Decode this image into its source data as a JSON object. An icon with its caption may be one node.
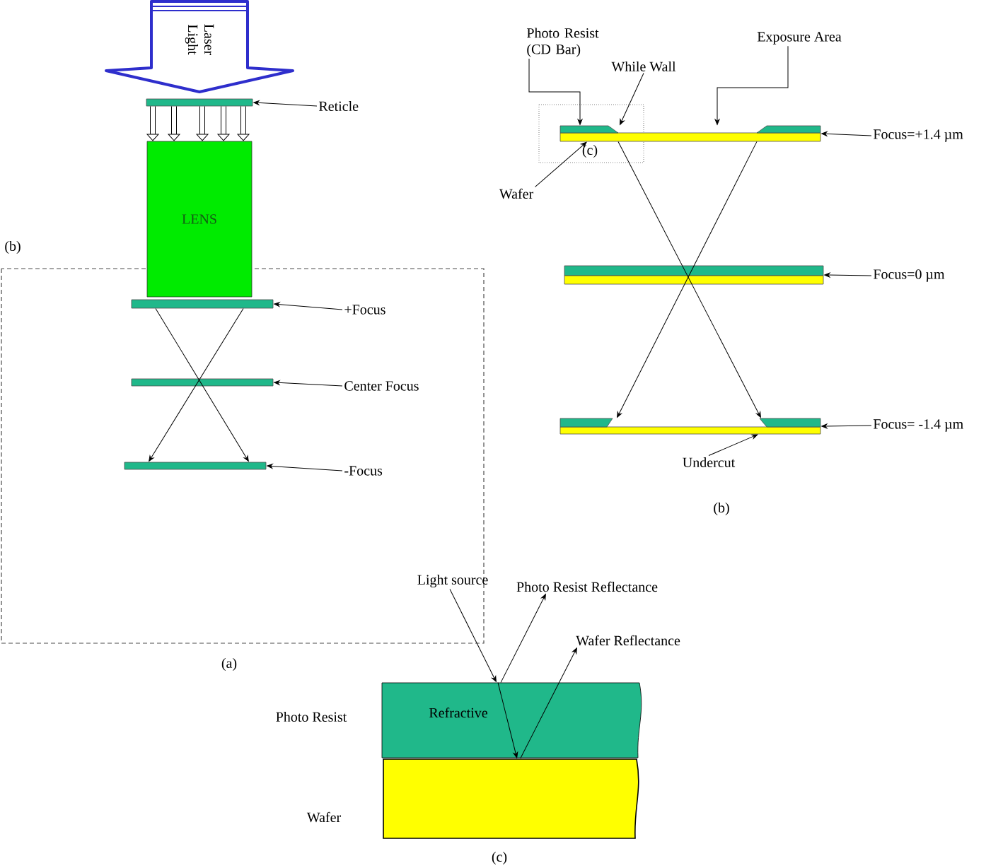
{
  "diagram": {
    "nodes": [
      {
        "text": [
          "Laser Light"
        ]
      },
      {
        "text": [],
        "shape": "bar"
      },
      {
        "text": [
          "Reticle"
        ]
      },
      {
        "text": [
          "LENS"
        ]
      },
      {
        "text": [],
        "shape": "bar"
      },
      {
        "text": [],
        "shape": "bar"
      },
      {
        "text": [],
        "shape": "bar"
      },
      {
        "text": [
          "+Focus"
        ]
      },
      {
        "text": [
          "Center Focus"
        ]
      },
      {
        "text": [
          "-Focus"
        ]
      },
      {
        "text": [],
        "shape": "bar"
      },
      {
        "text": [],
        "shape": "bar"
      },
      {
        "text": [],
        "shape": "bar"
      },
      {
        "text": [
          "Focus=+1.4 µm"
        ]
      },
      {
        "text": [
          "Focus=0 µm"
        ]
      },
      {
        "text": [
          "Focus= -1.4 µm"
        ]
      },
      {
        "text": [
          "Photo Resist (CD Bar)"
        ]
      },
      {
        "text": [
          "While Wall"
        ]
      },
      {
        "text": [
          "Exposure Area"
        ]
      },
      {
        "text": [
          "Wafer"
        ]
      },
      {
        "text": [
          "Undercut"
        ]
      },
      {
        "text": [
          "Refractive"
        ],
        "beside": [
          "Photo Resist"
        ]
      },
      {
        "text": [],
        "shape": "box",
        "beside": [
          "Wafer"
        ]
      },
      {
        "text": [
          "Light source"
        ]
      },
      {
        "text": [
          "Photo Resist Reflectance"
        ]
      },
      {
        "text": [
          "Wafer Reflectance"
        ]
      }
    ],
    "edges": [
      {
        "from": 2,
        "to": 1,
        "arrow": "to"
      },
      {
        "from": 1,
        "to": 3,
        "arrow": "to",
        "style": "thick"
      },
      {
        "from": 1,
        "to": 3,
        "arrow": "to",
        "style": "thick"
      },
      {
        "from": 1,
        "to": 3,
        "arrow": "to",
        "style": "thick"
      },
      {
        "from": 1,
        "to": 3,
        "arrow": "to",
        "style": "thick"
      },
      {
        "from": 1,
        "to": 3,
        "arrow": "to",
        "style": "thick"
      },
      {
        "from": 7,
        "to": 4,
        "arrow": "to"
      },
      {
        "from": 8,
        "to": 5,
        "arrow": "to"
      },
      {
        "from": 9,
        "to": 6,
        "arrow": "to"
      },
      {
        "from": 4,
        "to": 6,
        "arrow": "to"
      },
      {
        "from": 4,
        "to": 6,
        "arrow": "to"
      },
      {
        "from": 13,
        "to": 10,
        "arrow": "to"
      },
      {
        "from": 14,
        "to": 11,
        "arrow": "to"
      },
      {
        "from": 15,
        "to": 12,
        "arrow": "to"
      },
      {
        "from": 16,
        "to": 10,
        "arrow": "to"
      },
      {
        "from": 17,
        "to": 10,
        "arrow": "to"
      },
      {
        "from": 18,
        "to": 10,
        "arrow": "to"
      },
      {
        "from": 19,
        "to": 10,
        "arrow": "to"
      },
      {
        "from": 20,
        "to": 12,
        "arrow": "to"
      },
      {
        "from": 10,
        "to": 12,
        "arrow": "to"
      },
      {
        "from": 10,
        "to": 12,
        "arrow": "to"
      },
      {
        "from": 23,
        "to": 21,
        "arrow": "to"
      },
      {
        "from": 21,
        "to": 24,
        "arrow": "to"
      },
      {
        "from": 21,
        "to": 22,
        "arrow": "to"
      },
      {
        "from": 21,
        "to": 25,
        "arrow": "to"
      }
    ],
    "labels": [
      "(c)",
      "(b)",
      "(b)",
      "(a)",
      "(c)"
    ]
  }
}
